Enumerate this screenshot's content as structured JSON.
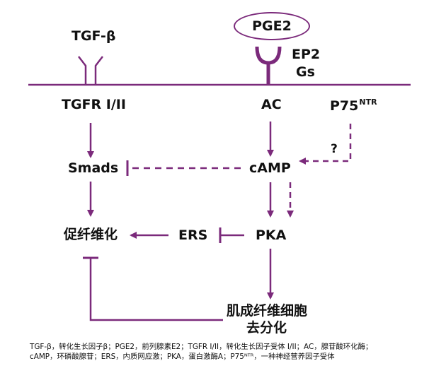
{
  "nodes": {
    "tgfb": "TGF-β",
    "pge2": "PGE2",
    "ep2": "EP2",
    "gs": "Gs",
    "tgfr": "TGFR I/II",
    "ac": "AC",
    "p75_base": "P75",
    "p75_sup": "NTR",
    "smads": "Smads",
    "camp": "cAMP",
    "pro_fibrosis": "促纤维化",
    "ers": "ERS",
    "pka": "PKA",
    "dediff_line1": "肌成纤维细胞",
    "dediff_line2": "去分化",
    "question": "?"
  },
  "caption": {
    "line1": "TGF-β，转化生长因子β；PGE2，前列腺素E2；TGFR I/II，转化生长因子受体 I/II；AC，腺苷酸环化酶；",
    "line2": "cAMP，环磷酸腺苷；ERS，内质网应激；PKA，蛋白激酶A；P75ᴺᵀᴿ，一种神经营养因子受体"
  },
  "colors": {
    "accent": "#7b2a7b",
    "text": "#111111"
  }
}
